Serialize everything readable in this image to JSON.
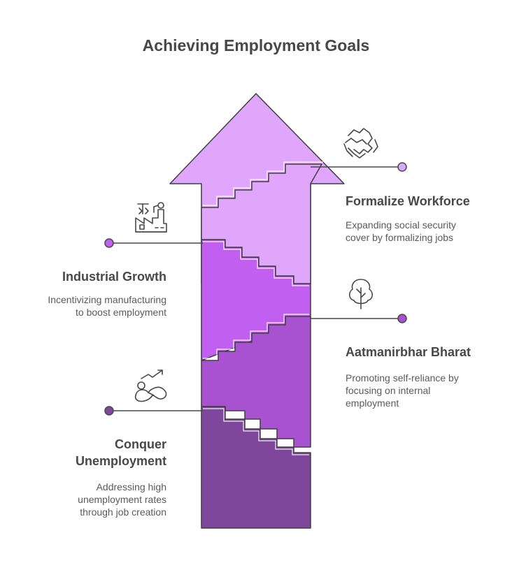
{
  "title": "Achieving Employment Goals",
  "colors": {
    "arrow_head": "#E0A6FB",
    "segment_1": "#7F479B",
    "segment_2": "#A852D2",
    "segment_3": "#C160F0",
    "segment_4": "#E0A6FB",
    "outline": "#3f3f3f",
    "connector": "#484848"
  },
  "steps": [
    {
      "title": "Formalize Workforce",
      "description": "Expanding social security\ncover by formalizing jobs",
      "icon": "handshake-icon",
      "side": "right"
    },
    {
      "title": "Industrial Growth",
      "description": "Incentivizing manufacturing\nto boost employment",
      "icon": "factory-icon",
      "side": "left"
    },
    {
      "title": "Aatmanirbhar Bharat",
      "description": "Promoting self-reliance by\nfocusing on internal\nemployment",
      "icon": "tree-icon",
      "side": "right"
    },
    {
      "title": "Conquer\nUnemployment",
      "description": "Addressing high\nunemployment rates\nthrough job creation",
      "icon": "rising-person-icon",
      "side": "left"
    }
  ]
}
